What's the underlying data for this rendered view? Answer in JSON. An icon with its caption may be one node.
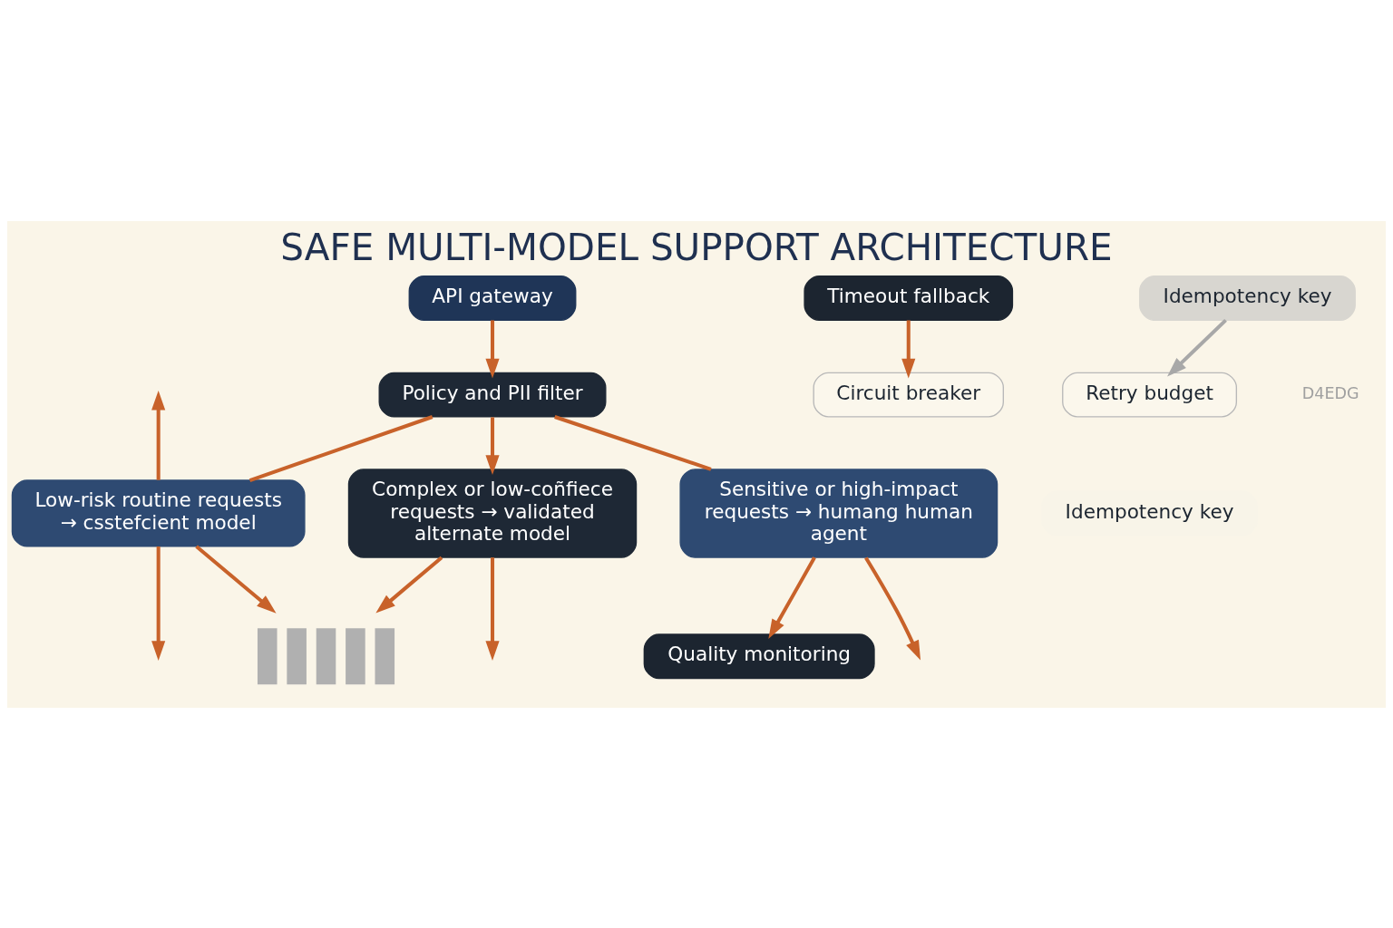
{
  "diagram": {
    "title": "SAFE MULTI-MODEL SUPPORT ARCHITECTURE",
    "nodes": [
      {
        "text": [
          "API gateway"
        ]
      },
      {
        "text": [
          "Policy and PII filter"
        ]
      },
      {
        "text": [
          "Low-risk routine requests → csstefcient model"
        ]
      },
      {
        "text": [
          "Complex or low-coñfiece requests → validated alternate model"
        ]
      },
      {
        "text": [
          "Sensitive or high-impact requests → humang human agent"
        ]
      },
      {
        "text": [
          "Timeout fallback"
        ]
      },
      {
        "text": [
          "Circuit breaker"
        ]
      },
      {
        "text": [
          "Idempotency key"
        ]
      },
      {
        "text": [
          "Retry budget"
        ]
      },
      {
        "text": [
          "Idempotency key"
        ]
      },
      {
        "text": [
          "Quality monitoring"
        ]
      },
      {
        "text": [],
        "shape": "bar"
      }
    ],
    "edges": [
      {
        "from": 0,
        "to": 1,
        "arrow": "to"
      },
      {
        "from": 1,
        "to": 2,
        "arrow": "none"
      },
      {
        "from": 1,
        "to": 3,
        "arrow": "to"
      },
      {
        "from": 1,
        "to": 4,
        "arrow": "none"
      },
      {
        "from": 5,
        "to": 6,
        "arrow": "to"
      },
      {
        "from": 7,
        "to": 8,
        "arrow": "to",
        "color": "#a8a8a8"
      },
      {
        "from": 2,
        "to": 11,
        "arrow": "to"
      },
      {
        "from": 3,
        "to": 11,
        "arrow": "to"
      },
      {
        "from": 2,
        "to": null,
        "arrow": "to"
      },
      {
        "from": 2,
        "to": null,
        "arrow": "to"
      },
      {
        "from": 3,
        "to": null,
        "arrow": "to"
      },
      {
        "from": 4,
        "to": null,
        "arrow": "to"
      },
      {
        "from": 4,
        "to": 10,
        "arrow": "to"
      }
    ],
    "labels": [
      "D4EDG"
    ]
  }
}
